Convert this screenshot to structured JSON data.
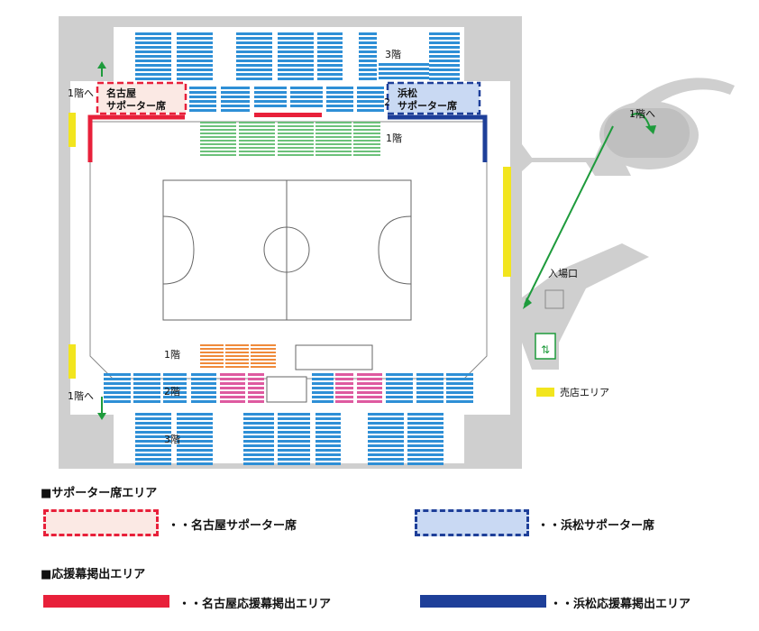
{
  "colors": {
    "nagoya_red": "#e8203a",
    "hamamatsu_blue": "#1e3f99",
    "seat_blue": "#2e8fd6",
    "seat_green": "#6cc17a",
    "seat_orange": "#ef8a3a",
    "seat_pink": "#de5aa0",
    "shop_yellow": "#f2e51e",
    "arrow_green": "#1e9b3c",
    "wall_gray": "#cfcfcf",
    "nagoya_fill": "#fbe9e4",
    "hamamatsu_fill": "#c9d9f3"
  },
  "map": {
    "nagoya_box": "名古屋\nサポーター席",
    "nagoya_box_l1": "名古屋",
    "nagoya_box_l2": "サポーター席",
    "hamamatsu_box_l1": "浜松",
    "hamamatsu_box_l2": "サポーター席",
    "floor3_top": "3階",
    "floor3_bottom": "3階",
    "floor2_top": "2",
    "floor2_bottom": "2階",
    "floor1_right": "1階",
    "floor1_bottom": "1階",
    "to_floor1_left_top": "1階へ",
    "to_floor1_left_bottom": "1階へ",
    "to_floor1_ramp": "1階へ",
    "entrance": "入場口",
    "shop_area": "売店エリア"
  },
  "legend": {
    "section1_title": "■サポーター席エリア",
    "nagoya_seats": "・・名古屋サポーター席",
    "hamamatsu_seats": "・・浜松サポーター席",
    "section2_title": "■応援幕掲出エリア",
    "nagoya_banner": "・・名古屋応援幕掲出エリア",
    "hamamatsu_banner": "・・浜松応援幕掲出エリア"
  }
}
